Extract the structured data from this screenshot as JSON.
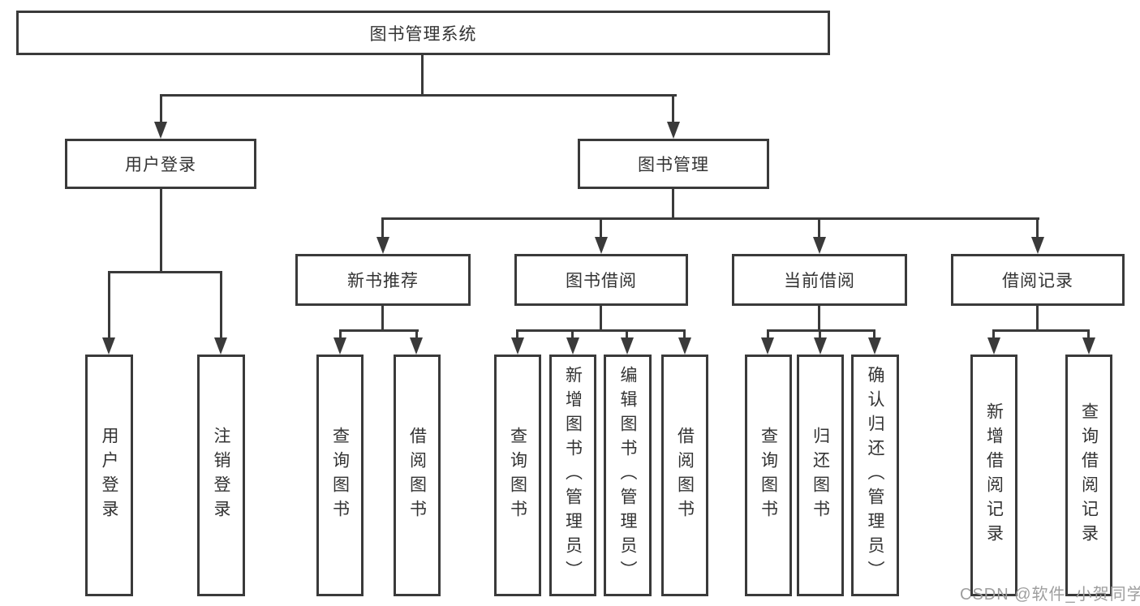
{
  "diagram": {
    "root": "图书管理系统",
    "level2": [
      "用户登录",
      "图书管理"
    ],
    "level3": [
      "新书推荐",
      "图书借阅",
      "当前借阅",
      "借阅记录"
    ],
    "login_children": [
      "用户登录",
      "注销登录"
    ],
    "recommend_children": [
      "查询图书",
      "借阅图书"
    ],
    "borrow_children": [
      "查询图书",
      "新增图书（管理员）",
      "编辑图书（管理员）",
      "借阅图书"
    ],
    "current_children": [
      "查询图书",
      "归还图书",
      "确认归还（管理员）"
    ],
    "records_children": [
      "新增借阅记录",
      "查询借阅记录"
    ]
  },
  "watermark": "CSDN @软件_小贺同学",
  "colors": {
    "line": "#3a3a3a",
    "text": "#333333",
    "watermark_text": "#9e9e9e",
    "background": "#ffffff"
  }
}
